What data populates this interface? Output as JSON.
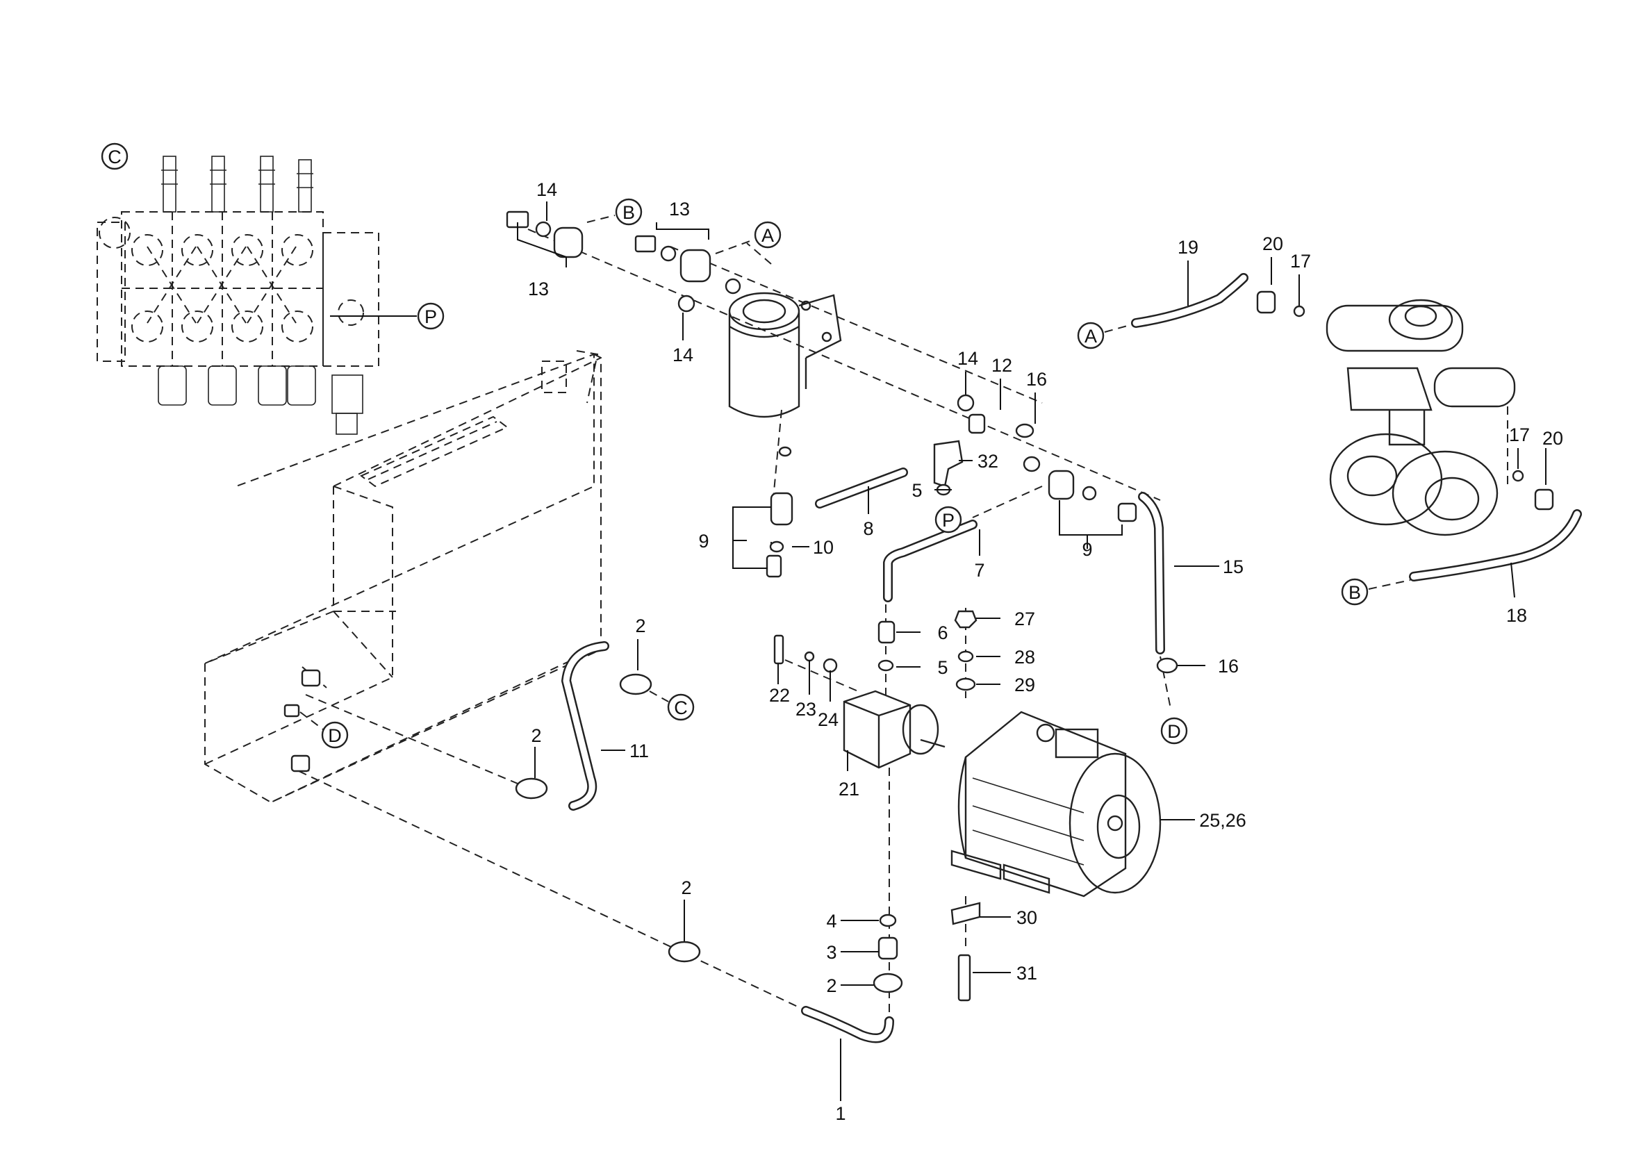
{
  "diagram": {
    "part_numbers": [
      "1",
      "2",
      "3",
      "4",
      "5",
      "6",
      "7",
      "8",
      "9",
      "10",
      "11",
      "12",
      "13",
      "14",
      "15",
      "16",
      "17",
      "18",
      "19",
      "20",
      "21",
      "22",
      "23",
      "24",
      "25,26",
      "27",
      "28",
      "29",
      "30",
      "31",
      "32"
    ],
    "connection_markers": [
      "A",
      "B",
      "C",
      "D",
      "P"
    ]
  },
  "labels": [
    {
      "id": "n14a",
      "text": "14"
    },
    {
      "id": "n13a",
      "text": "13"
    },
    {
      "id": "n13b",
      "text": "13"
    },
    {
      "id": "n14b",
      "text": "14"
    },
    {
      "id": "n19",
      "text": "19"
    },
    {
      "id": "n20a",
      "text": "20"
    },
    {
      "id": "n17a",
      "text": "17"
    },
    {
      "id": "n14c",
      "text": "14"
    },
    {
      "id": "n12",
      "text": "12"
    },
    {
      "id": "n16a",
      "text": "16"
    },
    {
      "id": "n32",
      "text": "32"
    },
    {
      "id": "n5a",
      "text": "5"
    },
    {
      "id": "n9a",
      "text": "9"
    },
    {
      "id": "n10",
      "text": "10"
    },
    {
      "id": "n8",
      "text": "8"
    },
    {
      "id": "n7",
      "text": "7"
    },
    {
      "id": "n9b",
      "text": "9"
    },
    {
      "id": "n15",
      "text": "15"
    },
    {
      "id": "n17b",
      "text": "17"
    },
    {
      "id": "n20b",
      "text": "20"
    },
    {
      "id": "n18",
      "text": "18"
    },
    {
      "id": "n2a",
      "text": "2"
    },
    {
      "id": "n6",
      "text": "6"
    },
    {
      "id": "n27",
      "text": "27"
    },
    {
      "id": "n5b",
      "text": "5"
    },
    {
      "id": "n28",
      "text": "28"
    },
    {
      "id": "n16b",
      "text": "16"
    },
    {
      "id": "n29",
      "text": "29"
    },
    {
      "id": "n22",
      "text": "22"
    },
    {
      "id": "n23",
      "text": "23"
    },
    {
      "id": "n24",
      "text": "24"
    },
    {
      "id": "n2b",
      "text": "2"
    },
    {
      "id": "n11",
      "text": "11"
    },
    {
      "id": "n21",
      "text": "21"
    },
    {
      "id": "n2526",
      "text": "25,26"
    },
    {
      "id": "n2c",
      "text": "2"
    },
    {
      "id": "n4",
      "text": "4"
    },
    {
      "id": "n3",
      "text": "3"
    },
    {
      "id": "n2d",
      "text": "2"
    },
    {
      "id": "n30",
      "text": "30"
    },
    {
      "id": "n31",
      "text": "31"
    },
    {
      "id": "n1",
      "text": "1"
    }
  ],
  "markers": [
    {
      "id": "mC1",
      "text": "C"
    },
    {
      "id": "mP1",
      "text": "P"
    },
    {
      "id": "mB1",
      "text": "B"
    },
    {
      "id": "mA1",
      "text": "A"
    },
    {
      "id": "mA2",
      "text": "A"
    },
    {
      "id": "mP2",
      "text": "P"
    },
    {
      "id": "mB2",
      "text": "B"
    },
    {
      "id": "mC2",
      "text": "C"
    },
    {
      "id": "mD1",
      "text": "D"
    },
    {
      "id": "mD2",
      "text": "D"
    }
  ]
}
